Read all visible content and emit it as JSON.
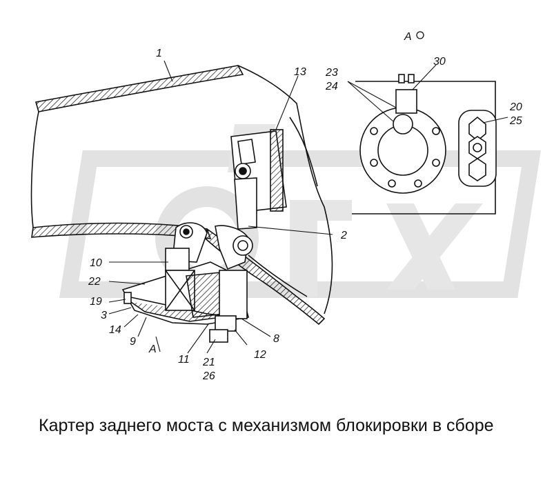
{
  "view_label": "А",
  "callouts": [
    "1",
    "2",
    "3",
    "8",
    "9",
    "10",
    "11",
    "12",
    "13",
    "14",
    "19",
    "20",
    "21",
    "22",
    "23",
    "24",
    "25",
    "26",
    "30"
  ],
  "caption": "Картер заднего моста с механизмом блокировки в сборе",
  "colors": {
    "ink": "#111111",
    "watermark": "#e6e6e6"
  }
}
